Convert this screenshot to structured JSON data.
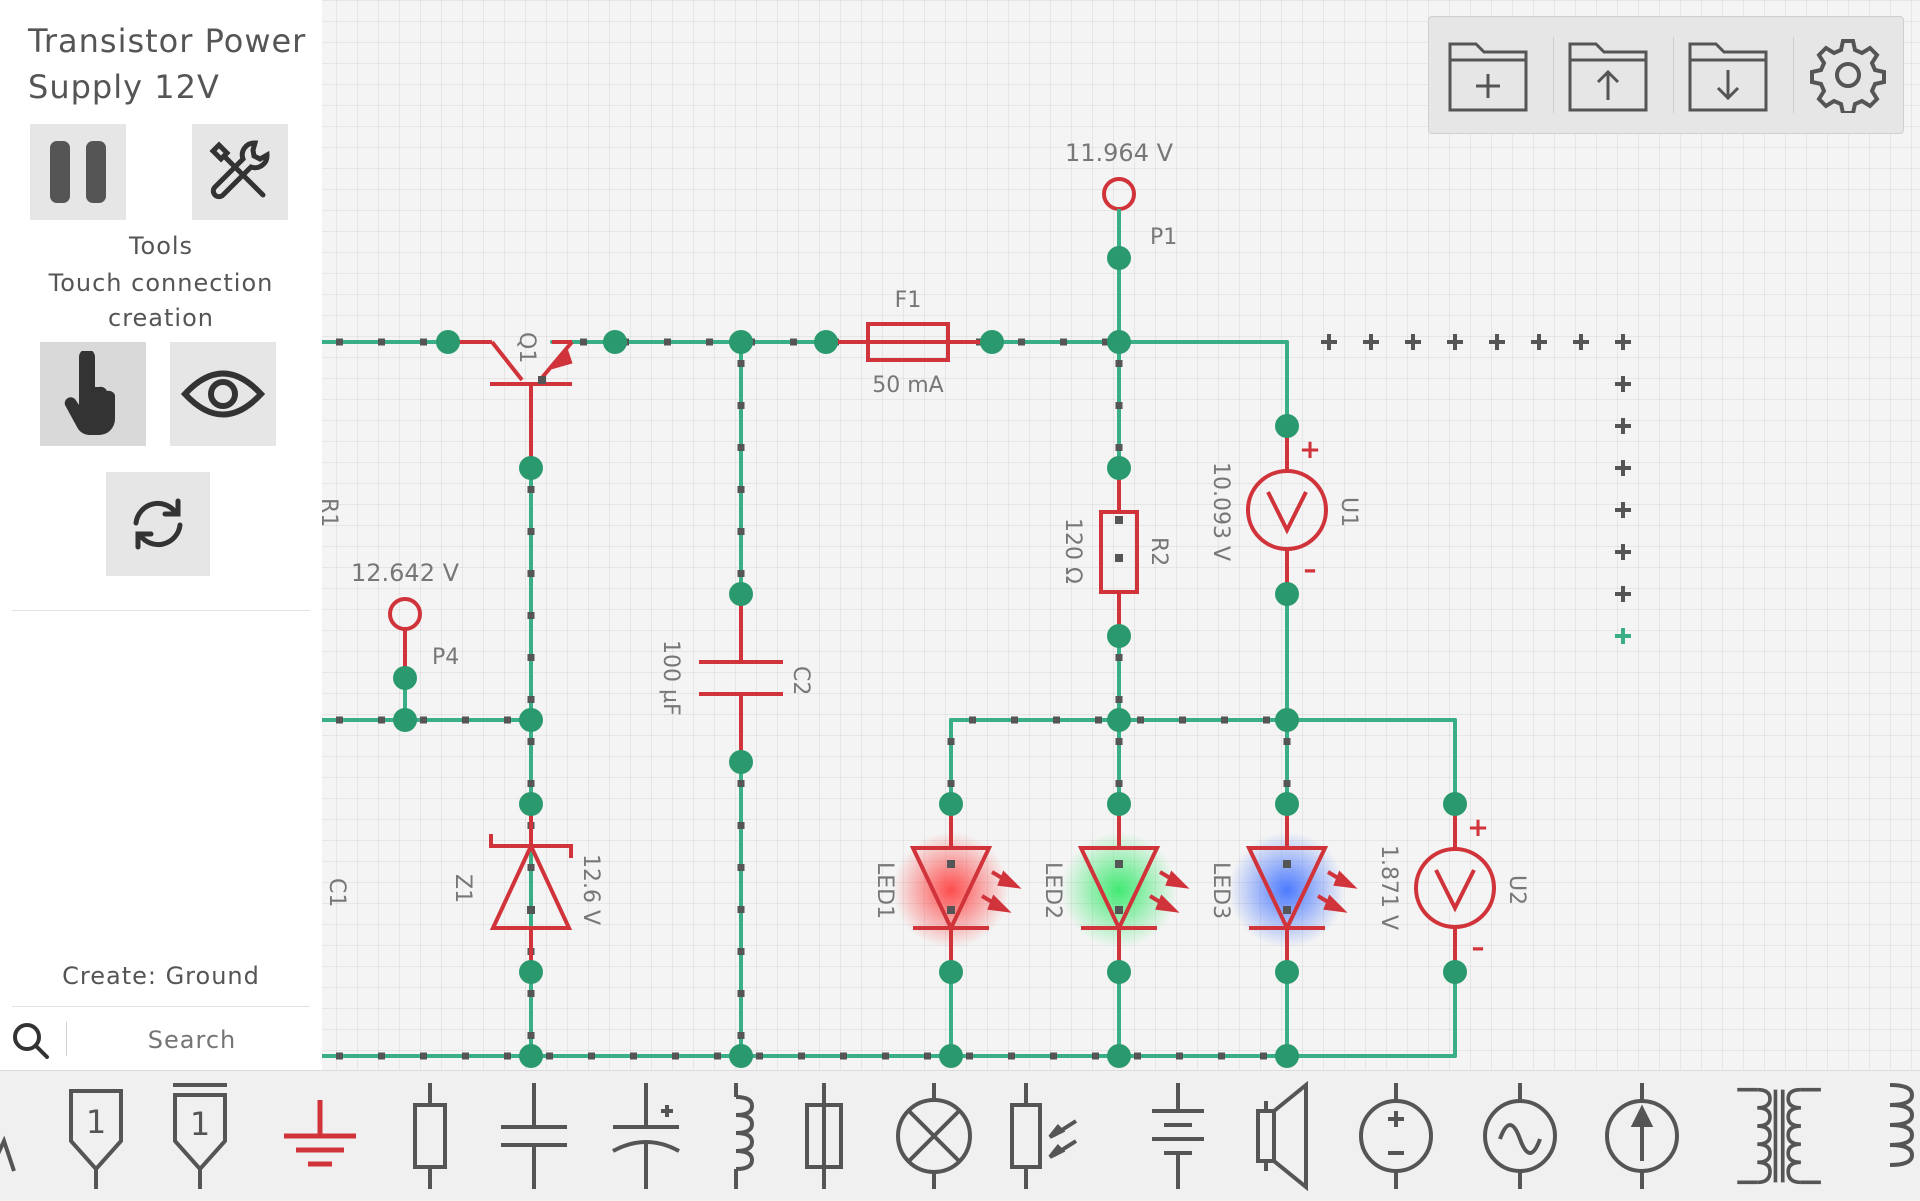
{
  "project": {
    "title": "Transistor Power Supply 12V"
  },
  "left_panel": {
    "tools_label": "Tools",
    "mode_label": "Touch connection creation",
    "create_label": "Create: Ground",
    "search_placeholder": "Search"
  },
  "toolbar": [
    "new-folder",
    "upload-folder",
    "download-folder",
    "settings"
  ],
  "circuit": {
    "probe_p1_voltage": "11.964 V",
    "probe_p1_label": "P1",
    "probe_p4_voltage": "12.642 V",
    "probe_p4_label": "P4",
    "fuse_label": "F1",
    "fuse_rating": "50 mA",
    "transistor_label": "Q1",
    "resistor_label": "R2",
    "resistor_value": "120 Ω",
    "capacitor_label": "C2",
    "capacitor_value": "100 µF",
    "zener_label": "Z1",
    "zener_value": "12.6 V",
    "meter_u1_label": "U1",
    "meter_u1_value": "10.093 V",
    "meter_u2_label": "U2",
    "meter_u2_value": "1.871 V",
    "led1_label": "LED1",
    "led2_label": "LED2",
    "led3_label": "LED3",
    "offscreen_r_label": "R1",
    "offscreen_c_label": "C1",
    "plus": "+",
    "minus": "–",
    "meter_symbol": "V"
  },
  "palette": [
    "probe",
    "probe-ground",
    "ground",
    "resistor",
    "capacitor",
    "polarized-capacitor",
    "inductor",
    "fuse",
    "lamp",
    "photoresistor",
    "battery",
    "speaker",
    "dc-voltage-source",
    "ac-voltage-source",
    "current-source",
    "transformer"
  ],
  "colors": {
    "wire_green": "#3aae85",
    "wire_red": "#d0343a",
    "node": "#2a9a6e",
    "selected_ground": "#d0343a",
    "led_red": "#ff4a4a",
    "led_green": "#37e06a",
    "led_blue": "#3b7bff"
  }
}
